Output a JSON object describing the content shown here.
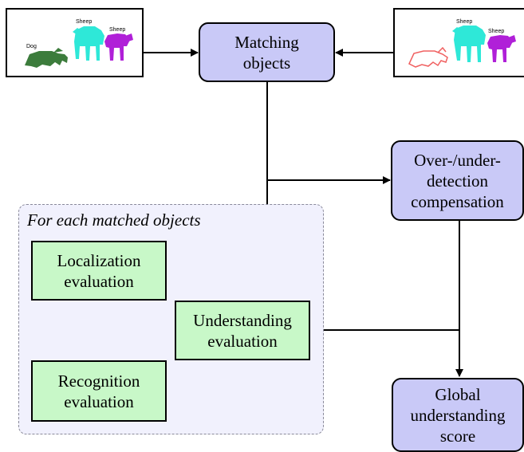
{
  "left_image": {
    "labels": [
      "Dog",
      "Sheep",
      "Sheep"
    ]
  },
  "right_image": {
    "labels": [
      "Sheep",
      "Sheep"
    ]
  },
  "nodes": {
    "matching": [
      "Matching",
      "objects"
    ],
    "compensation": [
      "Over-/under-",
      "detection",
      "compensation"
    ],
    "group_title": "For each matched objects",
    "localization": [
      "Localization",
      "evaluation"
    ],
    "recognition": [
      "Recognition",
      "evaluation"
    ],
    "understanding": [
      "Understanding",
      "evaluation"
    ],
    "global": [
      "Global",
      "understanding",
      "score"
    ]
  },
  "colors": {
    "process_fill": "#c9c9f7",
    "eval_fill": "#c8f8c8",
    "group_fill": "#f1f1fd",
    "dog": "#3c7c3c",
    "sheep_cyan": "#2ee8d8",
    "sheep_magenta": "#b020d8",
    "dog_outline": "#f06060"
  }
}
